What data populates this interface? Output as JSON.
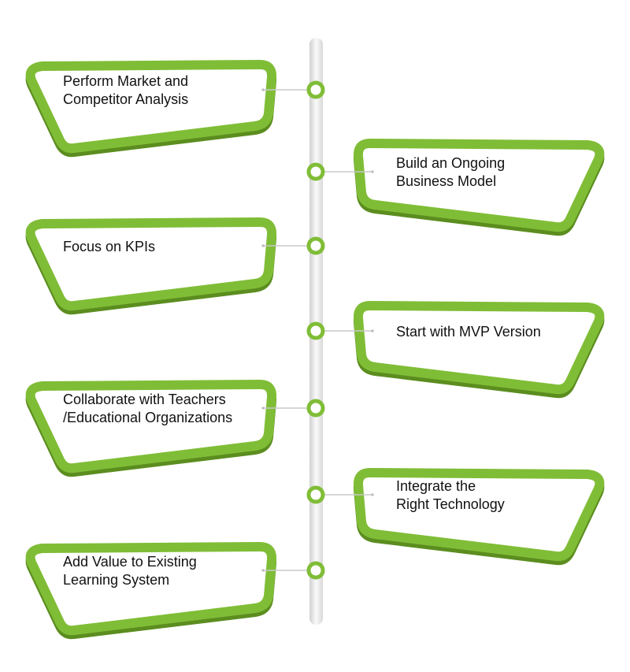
{
  "colors": {
    "green": "#80bd37",
    "green_dark": "#5b8d1f",
    "timeline": "#e4e4e4",
    "connector": "#c8c8c8"
  },
  "steps": [
    {
      "side": "left",
      "lines": [
        "Perform Market and",
        "Competitor Analysis"
      ]
    },
    {
      "side": "right",
      "lines": [
        "Build an Ongoing",
        "Business Model"
      ]
    },
    {
      "side": "left",
      "lines": [
        "Focus on KPIs"
      ]
    },
    {
      "side": "right",
      "lines": [
        "Start with MVP Version"
      ]
    },
    {
      "side": "left",
      "lines": [
        "Collaborate with Teachers",
        "/Educational Organizations"
      ]
    },
    {
      "side": "right",
      "lines": [
        "Integrate the",
        "Right Technology"
      ]
    },
    {
      "side": "left",
      "lines": [
        "Add Value to Existing",
        "Learning System"
      ]
    }
  ]
}
